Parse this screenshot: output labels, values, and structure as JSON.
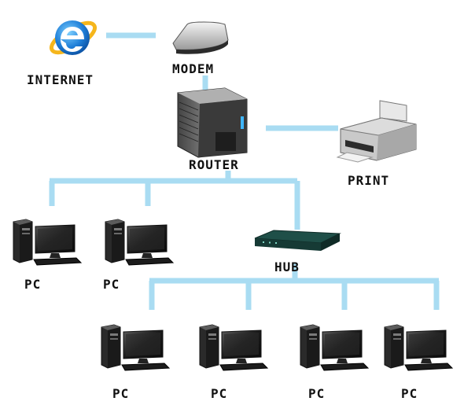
{
  "colors": {
    "link": "#a9dcf2",
    "text": "#111111"
  },
  "nodes": {
    "internet": {
      "label": "INTERNET",
      "icon": "internet-explorer-icon"
    },
    "modem": {
      "label": "MODEM",
      "icon": "modem-icon"
    },
    "router": {
      "label": "ROUTER",
      "icon": "router-icon"
    },
    "printer": {
      "label": "PRINT",
      "icon": "printer-icon"
    },
    "hub": {
      "label": "HUB",
      "icon": "hub-icon"
    },
    "pcs": [
      {
        "label": "PC",
        "icon": "desktop-pc-icon"
      },
      {
        "label": "PC",
        "icon": "desktop-pc-icon"
      },
      {
        "label": "PC",
        "icon": "desktop-pc-icon"
      },
      {
        "label": "PC",
        "icon": "desktop-pc-icon"
      },
      {
        "label": "PC",
        "icon": "desktop-pc-icon"
      },
      {
        "label": "PC",
        "icon": "desktop-pc-icon"
      }
    ]
  }
}
